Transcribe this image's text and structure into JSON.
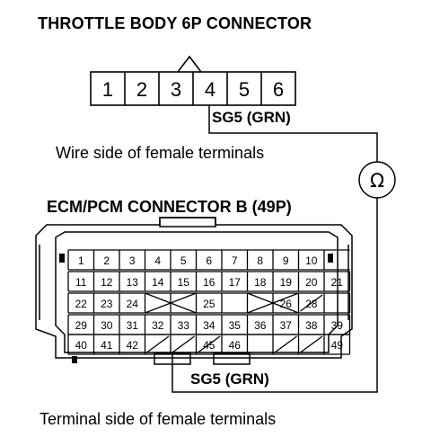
{
  "labels": {
    "throttle_title": "THROTTLE BODY 6P CONNECTOR",
    "wire_side": "Wire side of female terminals",
    "ecm_title": "ECM/PCM CONNECTOR B (49P)",
    "sg5_top": "SG5 (GRN)",
    "sg5_bottom": "SG5 (GRN)",
    "terminal_side": "Terminal side of female terminals",
    "meter_symbol": "Ω"
  },
  "throttle_pins": [
    "1",
    "2",
    "3",
    "4",
    "5",
    "6"
  ],
  "ecm_pins": {
    "row1": [
      "1",
      "2",
      "3",
      "4",
      "5",
      "6",
      "7",
      "8",
      "9",
      "10"
    ],
    "row2": [
      "11",
      "12",
      "13",
      "14",
      "15",
      "16",
      "17",
      "18",
      "19",
      "20",
      "21"
    ],
    "row3": [
      "22",
      "23",
      "24",
      "25",
      "26",
      "28"
    ],
    "row4": [
      "29",
      "30",
      "31",
      "32",
      "33",
      "34",
      "35",
      "36",
      "37",
      "38",
      "39"
    ],
    "row5": [
      "40",
      "41",
      "42",
      "45",
      "46",
      "49"
    ]
  },
  "colors": {
    "line": "#000000",
    "background": "#ffffff"
  }
}
